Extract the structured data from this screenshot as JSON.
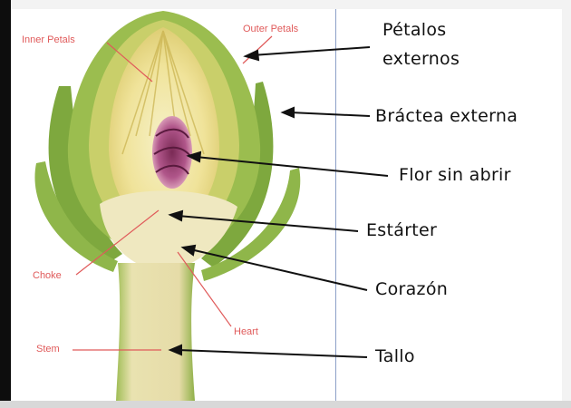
{
  "labels_en": {
    "inner_petals": "Inner Petals",
    "outer_petals": "Outer Petals",
    "choke": "Choke",
    "heart": "Heart",
    "stem": "Stem"
  },
  "labels_es": {
    "petalos_line1": "Pétalos",
    "petalos_line2": "externos",
    "bractea": "Bráctea externa",
    "flor": "Flor sin abrir",
    "estarter": "Estárter",
    "corazon": "Corazón",
    "tallo": "Tallo"
  },
  "colors": {
    "english_label": "#e05a5a",
    "spanish_label": "#111111",
    "divider": "#8da0c8"
  }
}
